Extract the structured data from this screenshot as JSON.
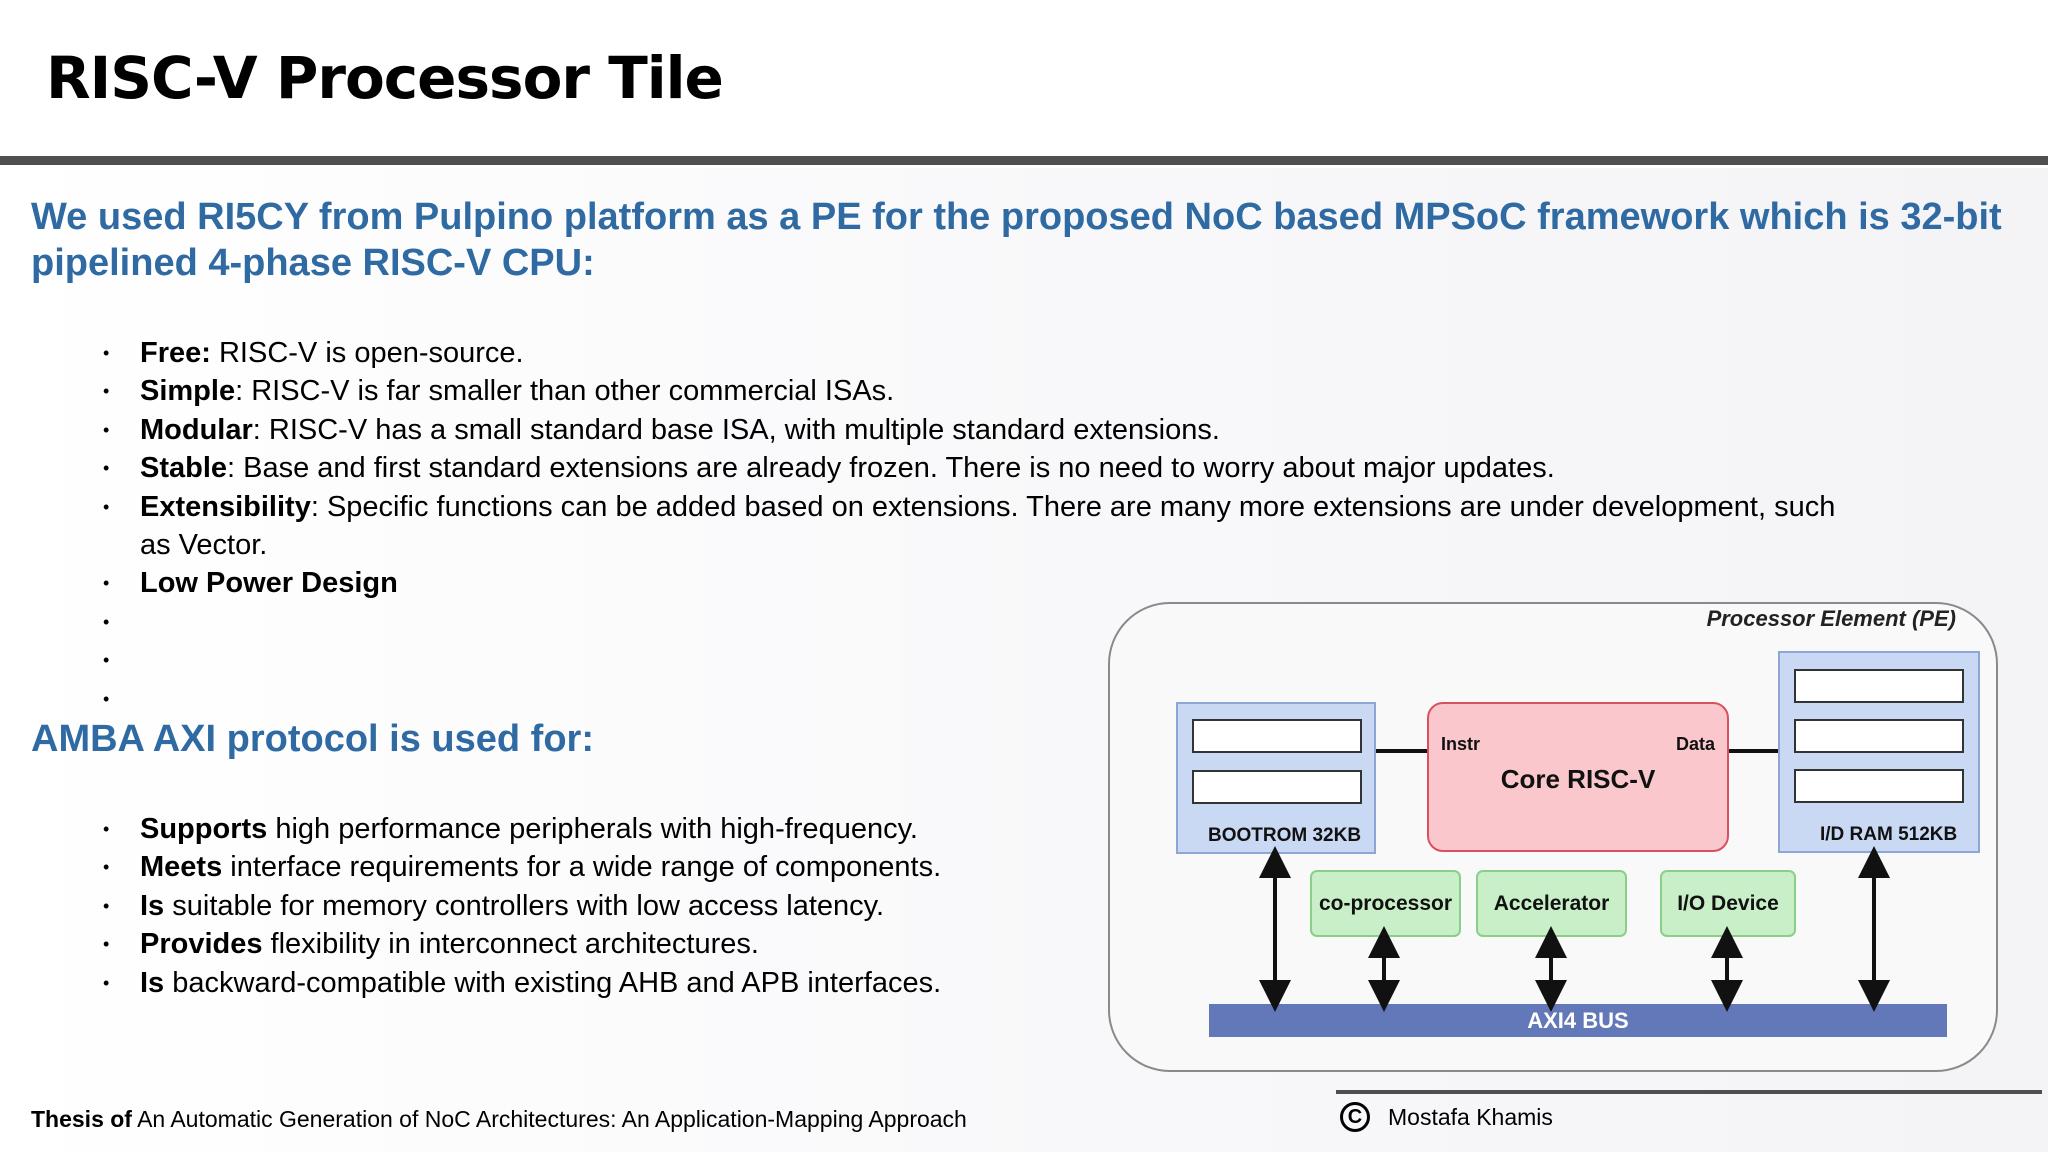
{
  "slide": {
    "title": "RISC-V Processor Tile",
    "intro_line1": "We used RI5CY from Pulpino platform as a PE for the proposed NoC based MPSoC framework which is 32-bit",
    "intro_line2": "pipelined 4-phase RISC-V CPU:",
    "features": [
      {
        "bold": "Free:",
        "text": " RISC-V is open-source."
      },
      {
        "bold": "Simple",
        "text": ": RISC-V is far smaller than other commercial ISAs."
      },
      {
        "bold": "Modular",
        "text": ": RISC-V has a small standard base ISA, with multiple standard extensions."
      },
      {
        "bold": "Stable",
        "text": ": Base and first standard extensions are already frozen. There is no need to worry about major updates."
      },
      {
        "bold": "Extensibility",
        "text": ": Specific functions can be added based on extensions. There are many more extensions are under development, such",
        "text2": "as Vector."
      },
      {
        "bold": "Low Power Design",
        "text": ""
      },
      {
        "bold": "",
        "text": ""
      },
      {
        "bold": "",
        "text": ""
      },
      {
        "bold": "",
        "text": ""
      }
    ],
    "heading2": "AMBA AXI protocol is used for:",
    "axi_uses": [
      {
        "bold": "Supports",
        "text": " high performance peripherals with high-frequency."
      },
      {
        "bold": "Meets",
        "text": " interface requirements for a wide range of components."
      },
      {
        "bold": "Is",
        "text": " suitable for memory controllers with low access latency."
      },
      {
        "bold": "Provides",
        "text": " flexibility in interconnect architectures."
      },
      {
        "bold": "Is",
        "text": " backward-compatible with existing AHB and APB interfaces."
      }
    ],
    "bullet_glyph": "•"
  },
  "diagram": {
    "frame_label": "Processor Element (PE)",
    "bootrom_label": "BOOTROM 32KB",
    "idram_label": "I/D RAM 512KB",
    "core_label": "Core RISC-V",
    "instr_label": "Instr",
    "data_label": "Data",
    "coprocessor_label": "co-processor",
    "accelerator_label": "Accelerator",
    "io_label": "I/O Device",
    "bus_label": "AXI4 BUS",
    "colors": {
      "memory_fill": "#c9d8f3",
      "core_fill": "#f9c7cc",
      "peripheral_fill": "#c8efc8",
      "bus_fill": "#6378b8"
    }
  },
  "footer": {
    "thesis_prefix": "Thesis of",
    "thesis_title": " An Automatic Generation of NoC Architectures: An Application-Mapping Approach",
    "copyright_symbol": "C",
    "author": "Mostafa Khamis"
  },
  "colors": {
    "heading_blue": "#2f6aa3",
    "rule_gray": "#4f4f4f"
  }
}
